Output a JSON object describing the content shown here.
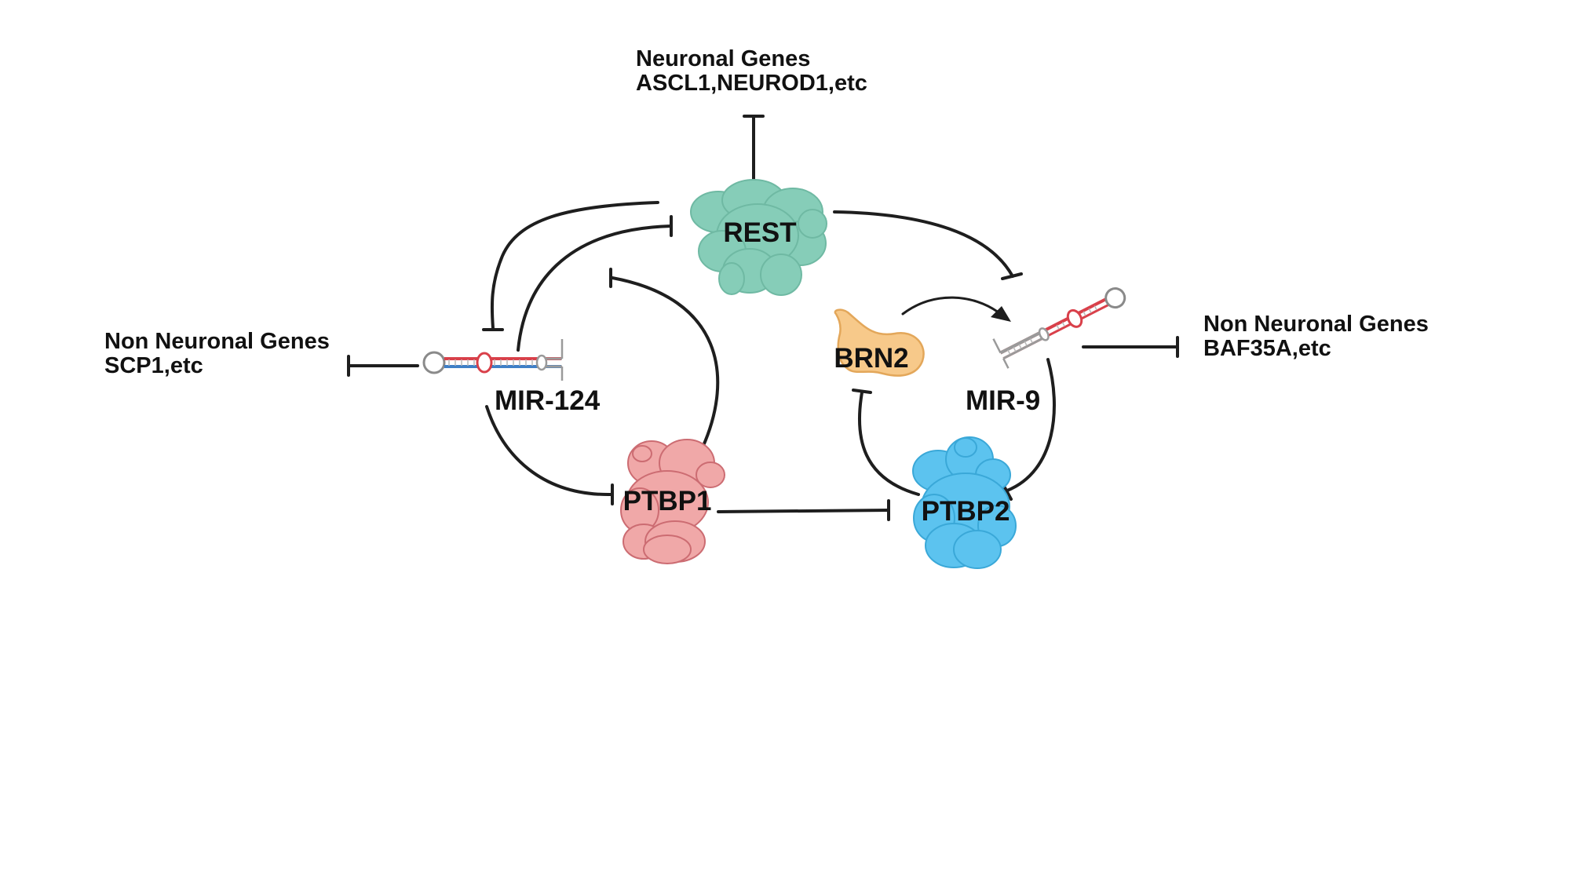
{
  "colors": {
    "background": "#ffffff",
    "line": "#1e1e1e",
    "text": "#111111",
    "rest": "#86cdb8",
    "ptbp1": "#f0a8a8",
    "ptbp2": "#5cc3ef",
    "brn2": "#f7c98a",
    "rna_red": "#d9404a",
    "rna_blue": "#3f7fc6",
    "rna_gray": "#9a9a9a"
  },
  "labels": {
    "neuronal_genes": {
      "line1": "Neuronal Genes",
      "line2": "ASCL1,NEUROD1,etc"
    },
    "non_neuronal_left": {
      "line1": "Non Neuronal Genes",
      "line2": "SCP1,etc"
    },
    "non_neuronal_right": {
      "line1": "Non Neuronal Genes",
      "line2": "BAF35A,etc"
    }
  },
  "nodes": {
    "rest": {
      "label": "REST",
      "icon": "protein-blob-icon"
    },
    "mir124": {
      "label": "MIR-124",
      "icon": "microrna-hairpin-icon"
    },
    "mir9": {
      "label": "MIR-9",
      "icon": "microrna-hairpin-icon"
    },
    "brn2": {
      "label": "BRN2",
      "icon": "protein-blob-icon"
    },
    "ptbp1": {
      "label": "PTBP1",
      "icon": "protein-blob-icon"
    },
    "ptbp2": {
      "label": "PTBP2",
      "icon": "protein-blob-icon"
    }
  },
  "edges": [
    {
      "from": "REST",
      "to": "Neuronal Genes",
      "type": "inhibition"
    },
    {
      "from": "REST",
      "to": "MIR-124",
      "type": "inhibition"
    },
    {
      "from": "MIR-124",
      "to": "REST",
      "type": "inhibition"
    },
    {
      "from": "REST",
      "to": "MIR-9",
      "type": "inhibition"
    },
    {
      "from": "MIR-124",
      "to": "Non Neuronal Genes",
      "type": "inhibition"
    },
    {
      "from": "MIR-124",
      "to": "PTBP1",
      "type": "inhibition"
    },
    {
      "from": "PTBP1",
      "to": "REST",
      "type": "inhibition"
    },
    {
      "from": "PTBP1",
      "to": "PTBP2",
      "type": "inhibition"
    },
    {
      "from": "BRN2",
      "to": "MIR-9",
      "type": "activation"
    },
    {
      "from": "MIR-9",
      "to": "Non Neuronal Genes",
      "type": "inhibition"
    },
    {
      "from": "MIR-9",
      "to": "PTBP2",
      "type": "inhibition"
    },
    {
      "from": "PTBP2",
      "to": "BRN2",
      "type": "inhibition"
    }
  ]
}
